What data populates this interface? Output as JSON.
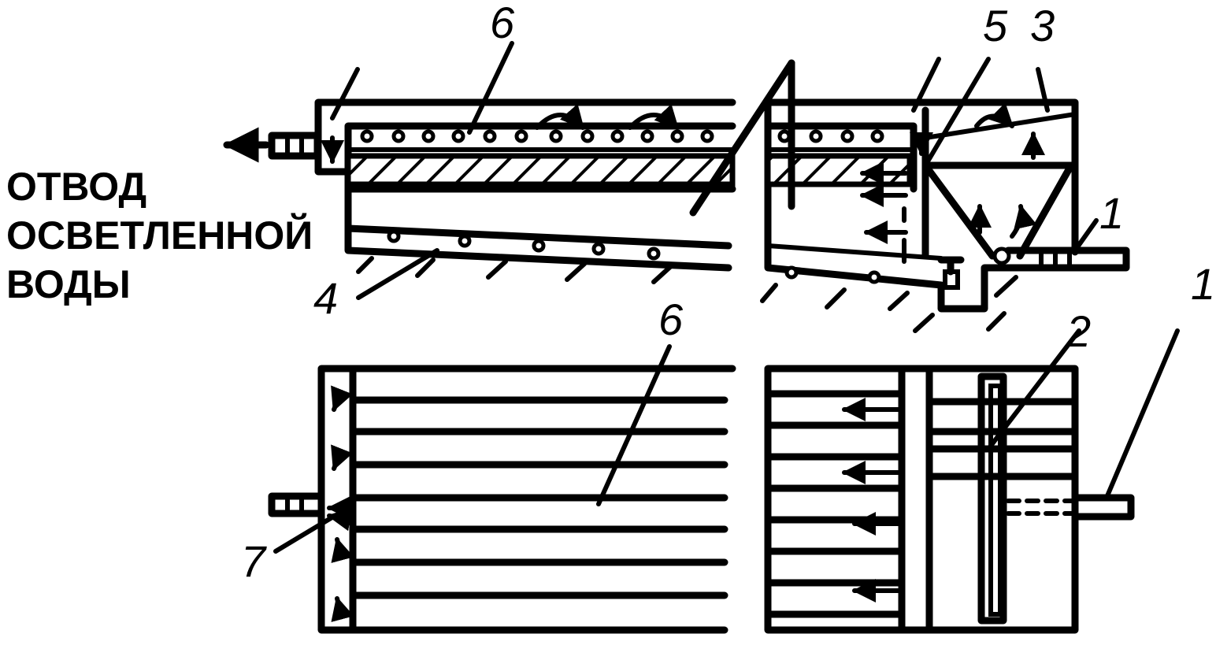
{
  "caption": {
    "line1": "ОТВОД",
    "line2": "ОСВЕТЛЕННОЙ",
    "line3": "ВОДЫ"
  },
  "labels": {
    "n1_top": "1",
    "n1_bottom": "1",
    "n2": "2",
    "n3": "3",
    "n4": "4",
    "n5": "5",
    "n6_top": "6",
    "n6_bottom": "6",
    "n7": "7"
  }
}
